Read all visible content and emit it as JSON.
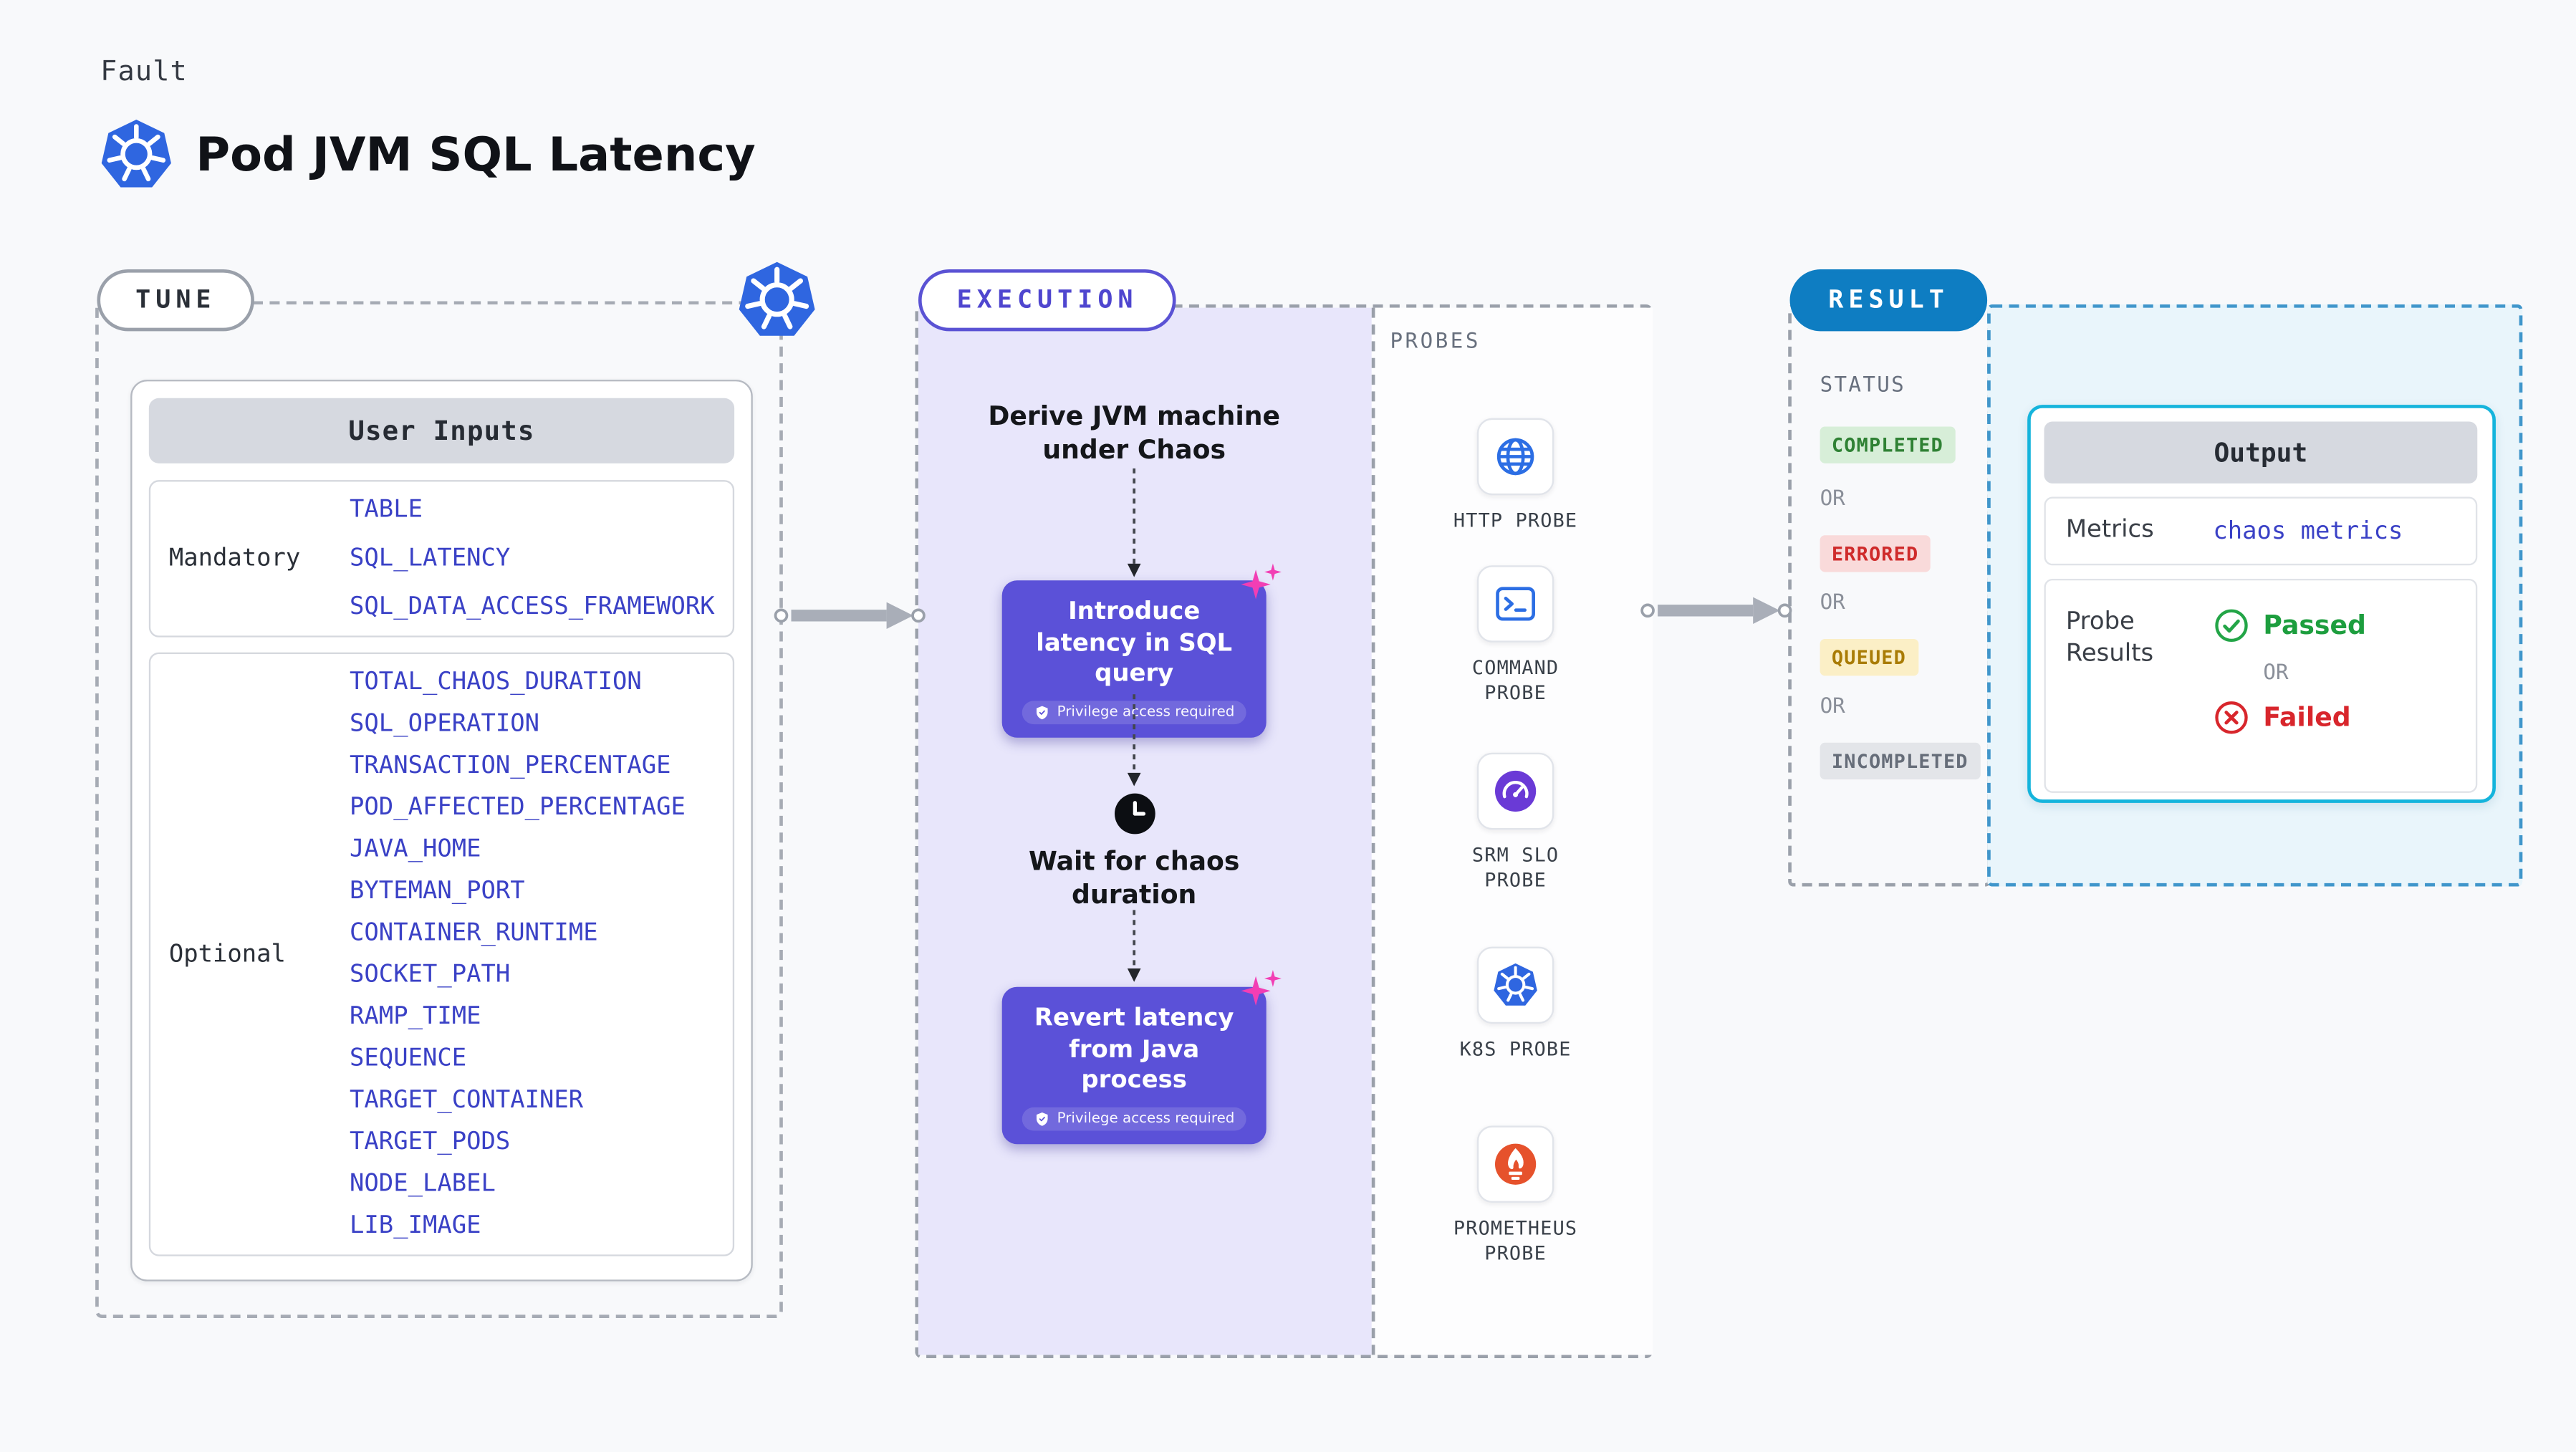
{
  "header": {
    "kicker": "Fault",
    "title": "Pod JVM SQL Latency"
  },
  "tune": {
    "tag": "TUNE",
    "card_header": "User Inputs",
    "groups": [
      {
        "label": "Mandatory",
        "params": [
          "TABLE",
          "SQL_LATENCY",
          "SQL_DATA_ACCESS_FRAMEWORK"
        ]
      },
      {
        "label": "Optional",
        "params": [
          "TOTAL_CHAOS_DURATION",
          "SQL_OPERATION",
          "TRANSACTION_PERCENTAGE",
          "POD_AFFECTED_PERCENTAGE",
          "JAVA_HOME",
          "BYTEMAN_PORT",
          "CONTAINER_RUNTIME",
          "SOCKET_PATH",
          "RAMP_TIME",
          "SEQUENCE",
          "TARGET_CONTAINER",
          "TARGET_PODS",
          "NODE_LABEL",
          "LIB_IMAGE"
        ]
      }
    ]
  },
  "execution": {
    "tag": "EXECUTION",
    "step_derive": "Derive JVM machine under Chaos",
    "step_introduce": "Introduce latency in SQL query",
    "step_wait": "Wait for chaos duration",
    "step_revert": "Revert latency from Java process",
    "privilege_badge": "Privilege access required",
    "probes_title": "PROBES",
    "probes": [
      {
        "label": "HTTP PROBE",
        "icon": "globe-icon"
      },
      {
        "label": "COMMAND PROBE",
        "icon": "terminal-icon"
      },
      {
        "label": "SRM SLO PROBE",
        "icon": "gauge-icon"
      },
      {
        "label": "K8S PROBE",
        "icon": "kubernetes-icon"
      },
      {
        "label": "PROMETHEUS PROBE",
        "icon": "prometheus-icon"
      }
    ]
  },
  "result": {
    "tag": "RESULT",
    "status_title": "STATUS",
    "or_label": "OR",
    "statuses": [
      {
        "label": "COMPLETED",
        "kind": "completed"
      },
      {
        "label": "ERRORED",
        "kind": "errored"
      },
      {
        "label": "QUEUED",
        "kind": "queued"
      },
      {
        "label": "INCOMPLETED",
        "kind": "incompleted"
      }
    ],
    "output": {
      "header": "Output",
      "metrics_label": "Metrics",
      "metrics_value": "chaos metrics",
      "probe_results_label": "Probe Results",
      "passed_label": "Passed",
      "failed_label": "Failed"
    }
  },
  "colors": {
    "background": "#f8f9fb",
    "purple_accent": "#5b51d8",
    "purple_fill": "#e8e6fb",
    "param_blue": "#3a41c6",
    "result_blue": "#0e7dc2",
    "output_border": "#15b4dc",
    "completed_green": "#2f8134",
    "errored_red": "#cf2b2b",
    "queued_yellow": "#a97c06",
    "passed_green": "#1d9e3e",
    "failed_red": "#d8262c",
    "kubernetes_blue": "#2f66e0",
    "prometheus_orange": "#e6522c",
    "sparkle_pink": "#f23eb4"
  }
}
